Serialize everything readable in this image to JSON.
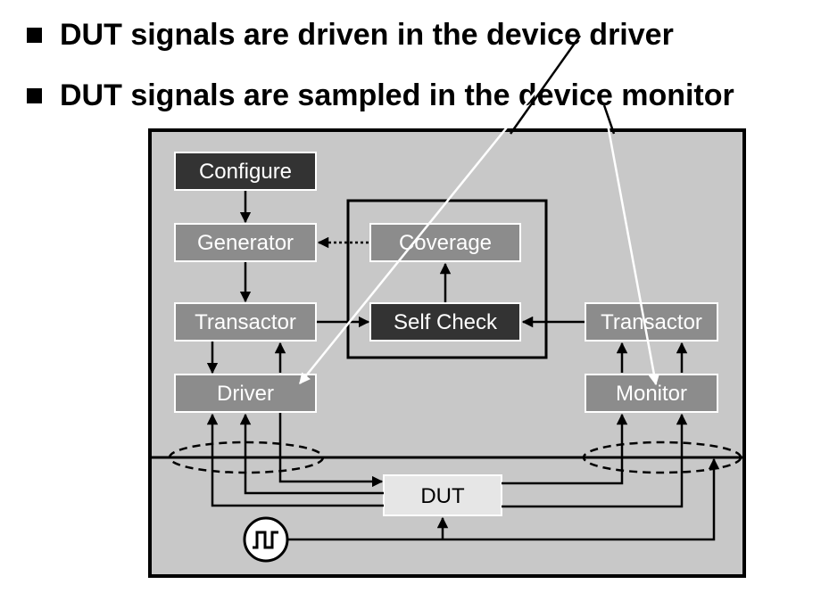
{
  "bullets": [
    {
      "text": "DUT signals are driven in the device driver"
    },
    {
      "text": "DUT signals are sampled in the device monitor"
    }
  ],
  "diagram": {
    "blocks": {
      "configure": "Configure",
      "generator": "Generator",
      "coverage": "Coverage",
      "transactor_left": "Transactor",
      "self_check": "Self Check",
      "transactor_right": "Transactor",
      "driver": "Driver",
      "monitor": "Monitor",
      "dut": "DUT"
    },
    "icons": {
      "clock": "clock-waveform-icon"
    },
    "colors": {
      "environment_bg": "#c8c8c8",
      "block_gray": "#8c8c8c",
      "block_dark": "#333333",
      "dut_bg": "#e6e6e6",
      "pointer_line": "#ffffff"
    }
  }
}
